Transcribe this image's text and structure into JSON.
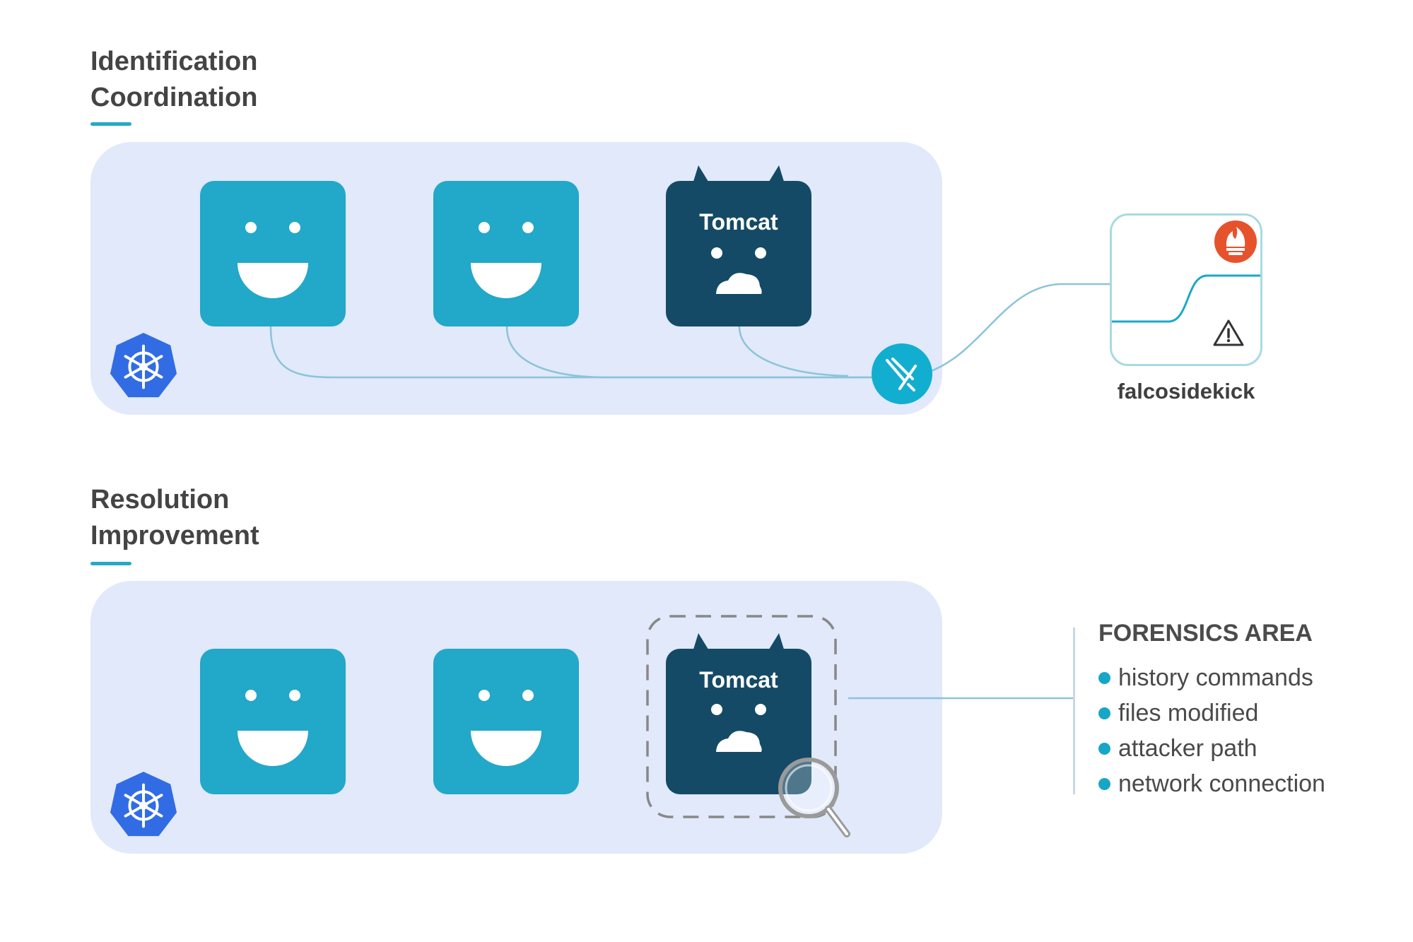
{
  "section1": {
    "heading_line1": "Identification",
    "heading_line2": "Coordination",
    "pods": [
      {
        "type": "happy"
      },
      {
        "type": "happy"
      },
      {
        "type": "tomcat",
        "label": "Tomcat"
      }
    ],
    "alert_target": {
      "label": "falcosidekick",
      "icons": [
        "prometheus-flame-icon",
        "warning-triangle-icon"
      ]
    }
  },
  "section2": {
    "heading_line1": "Resolution",
    "heading_line2": "Improvement",
    "pods": [
      {
        "type": "happy"
      },
      {
        "type": "happy"
      },
      {
        "type": "tomcat",
        "label": "Tomcat"
      }
    ],
    "forensics": {
      "title": "FORENSICS AREA",
      "items": [
        "history commands",
        "files modified",
        "attacker path",
        "network connection"
      ]
    }
  },
  "colors": {
    "cluster_bg": "#e1e9fa",
    "pod_happy": "#22a8c8",
    "pod_tomcat": "#144a66",
    "accent": "#25a9c8",
    "kubernetes_blue": "#326ce5",
    "prometheus_red": "#e6522c"
  }
}
